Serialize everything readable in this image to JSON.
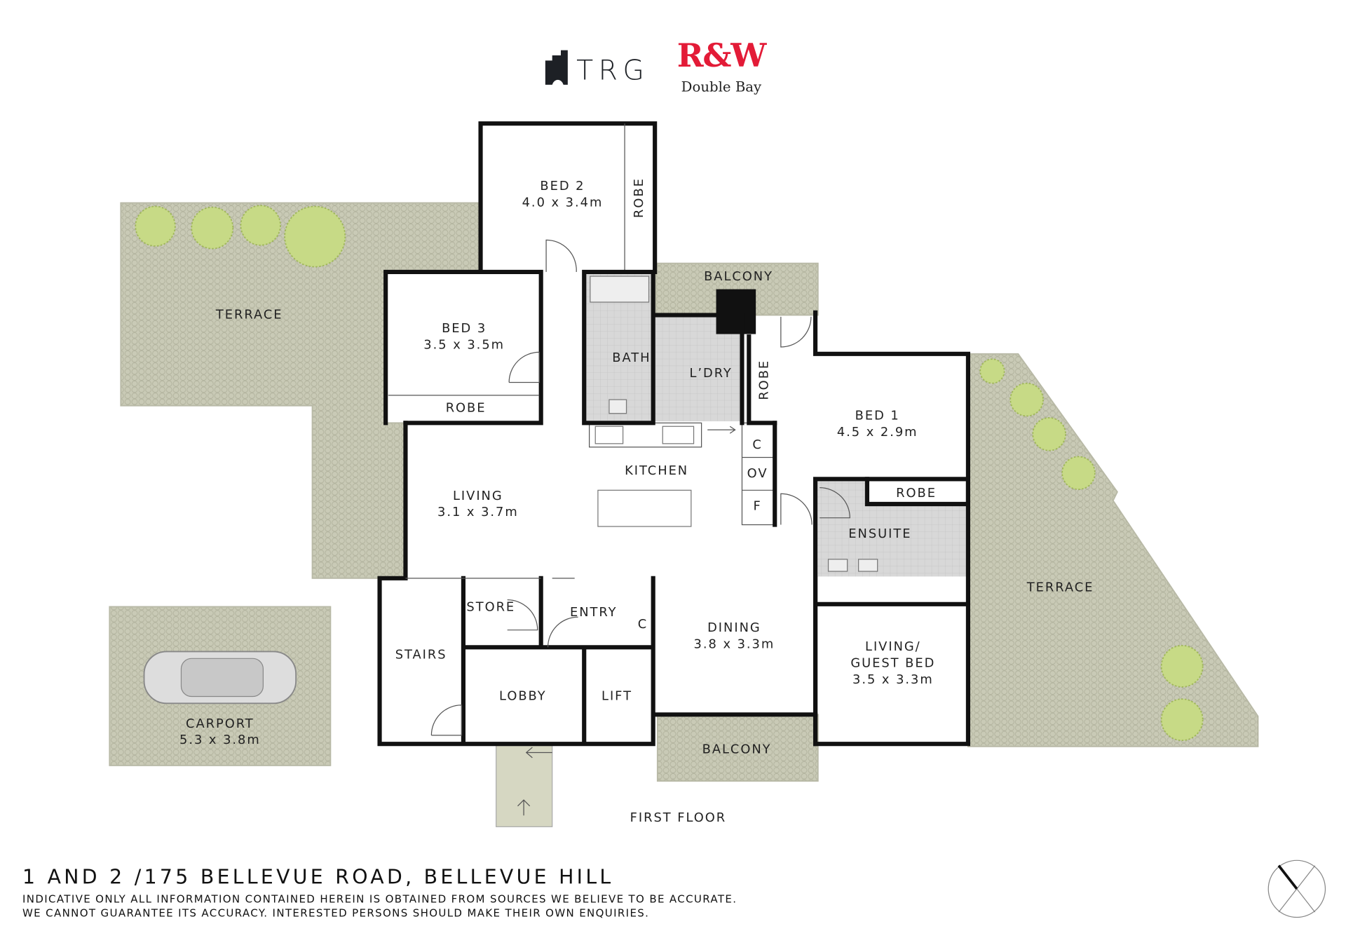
{
  "logos": {
    "trg": "TRG",
    "rw": "R&W",
    "rw_office": "Double Bay",
    "rw_color": "#e31b37"
  },
  "rooms": {
    "bed2": {
      "name": "BED 2",
      "dims": "4.0 x 3.4m"
    },
    "bed2_robe": {
      "name": "ROBE"
    },
    "bed3": {
      "name": "BED 3",
      "dims": "3.5 x 3.5m"
    },
    "bed3_robe": {
      "name": "ROBE"
    },
    "terrace_left": {
      "name": "TERRACE"
    },
    "balcony_top": {
      "name": "BALCONY"
    },
    "bath": {
      "name": "BATH"
    },
    "laundry": {
      "name": "L’DRY"
    },
    "hall_robe": {
      "name": "ROBE"
    },
    "bed1": {
      "name": "BED 1",
      "dims": "4.5 x 2.9m"
    },
    "bed1_robe": {
      "name": "ROBE"
    },
    "ensuite": {
      "name": "ENSUITE"
    },
    "terrace_right": {
      "name": "TERRACE"
    },
    "kitchen": {
      "name": "KITCHEN"
    },
    "cupboard": {
      "name": "C"
    },
    "oven": {
      "name": "OV"
    },
    "fridge": {
      "name": "F"
    },
    "living": {
      "name": "LIVING",
      "dims": "3.1 x 3.7m"
    },
    "store": {
      "name": "STORE"
    },
    "entry": {
      "name": "ENTRY"
    },
    "entry_cupboard": {
      "name": "C"
    },
    "dining": {
      "name": "DINING",
      "dims": "3.8 x 3.3m"
    },
    "stairs": {
      "name": "STAIRS"
    },
    "lobby": {
      "name": "LOBBY"
    },
    "lift": {
      "name": "LIFT"
    },
    "guest": {
      "name": "LIVING/",
      "name2": "GUEST BED",
      "dims": "3.5 x 3.3m"
    },
    "balcony_bottom": {
      "name": "BALCONY"
    },
    "carport": {
      "name": "CARPORT",
      "dims": "5.3 x 3.8m"
    }
  },
  "level": "FIRST FLOOR",
  "address": "1 AND 2 /175 BELLEVUE ROAD, BELLEVUE HILL",
  "disclaimer": [
    "INDICATIVE ONLY ALL INFORMATION CONTAINED HEREIN IS OBTAINED FROM SOURCES WE BELIEVE TO BE ACCURATE.",
    "WE CANNOT GUARANTEE ITS ACCURACY. INTERESTED PERSONS SHOULD MAKE THEIR OWN ENQUIRIES."
  ],
  "colors": {
    "wall": "#111111",
    "outdoor": "#c9cab6",
    "tile": "#d7d7d7",
    "tree": "#c7da86"
  },
  "icons": {
    "compass": "north-compass-icon",
    "car": "car-icon"
  }
}
